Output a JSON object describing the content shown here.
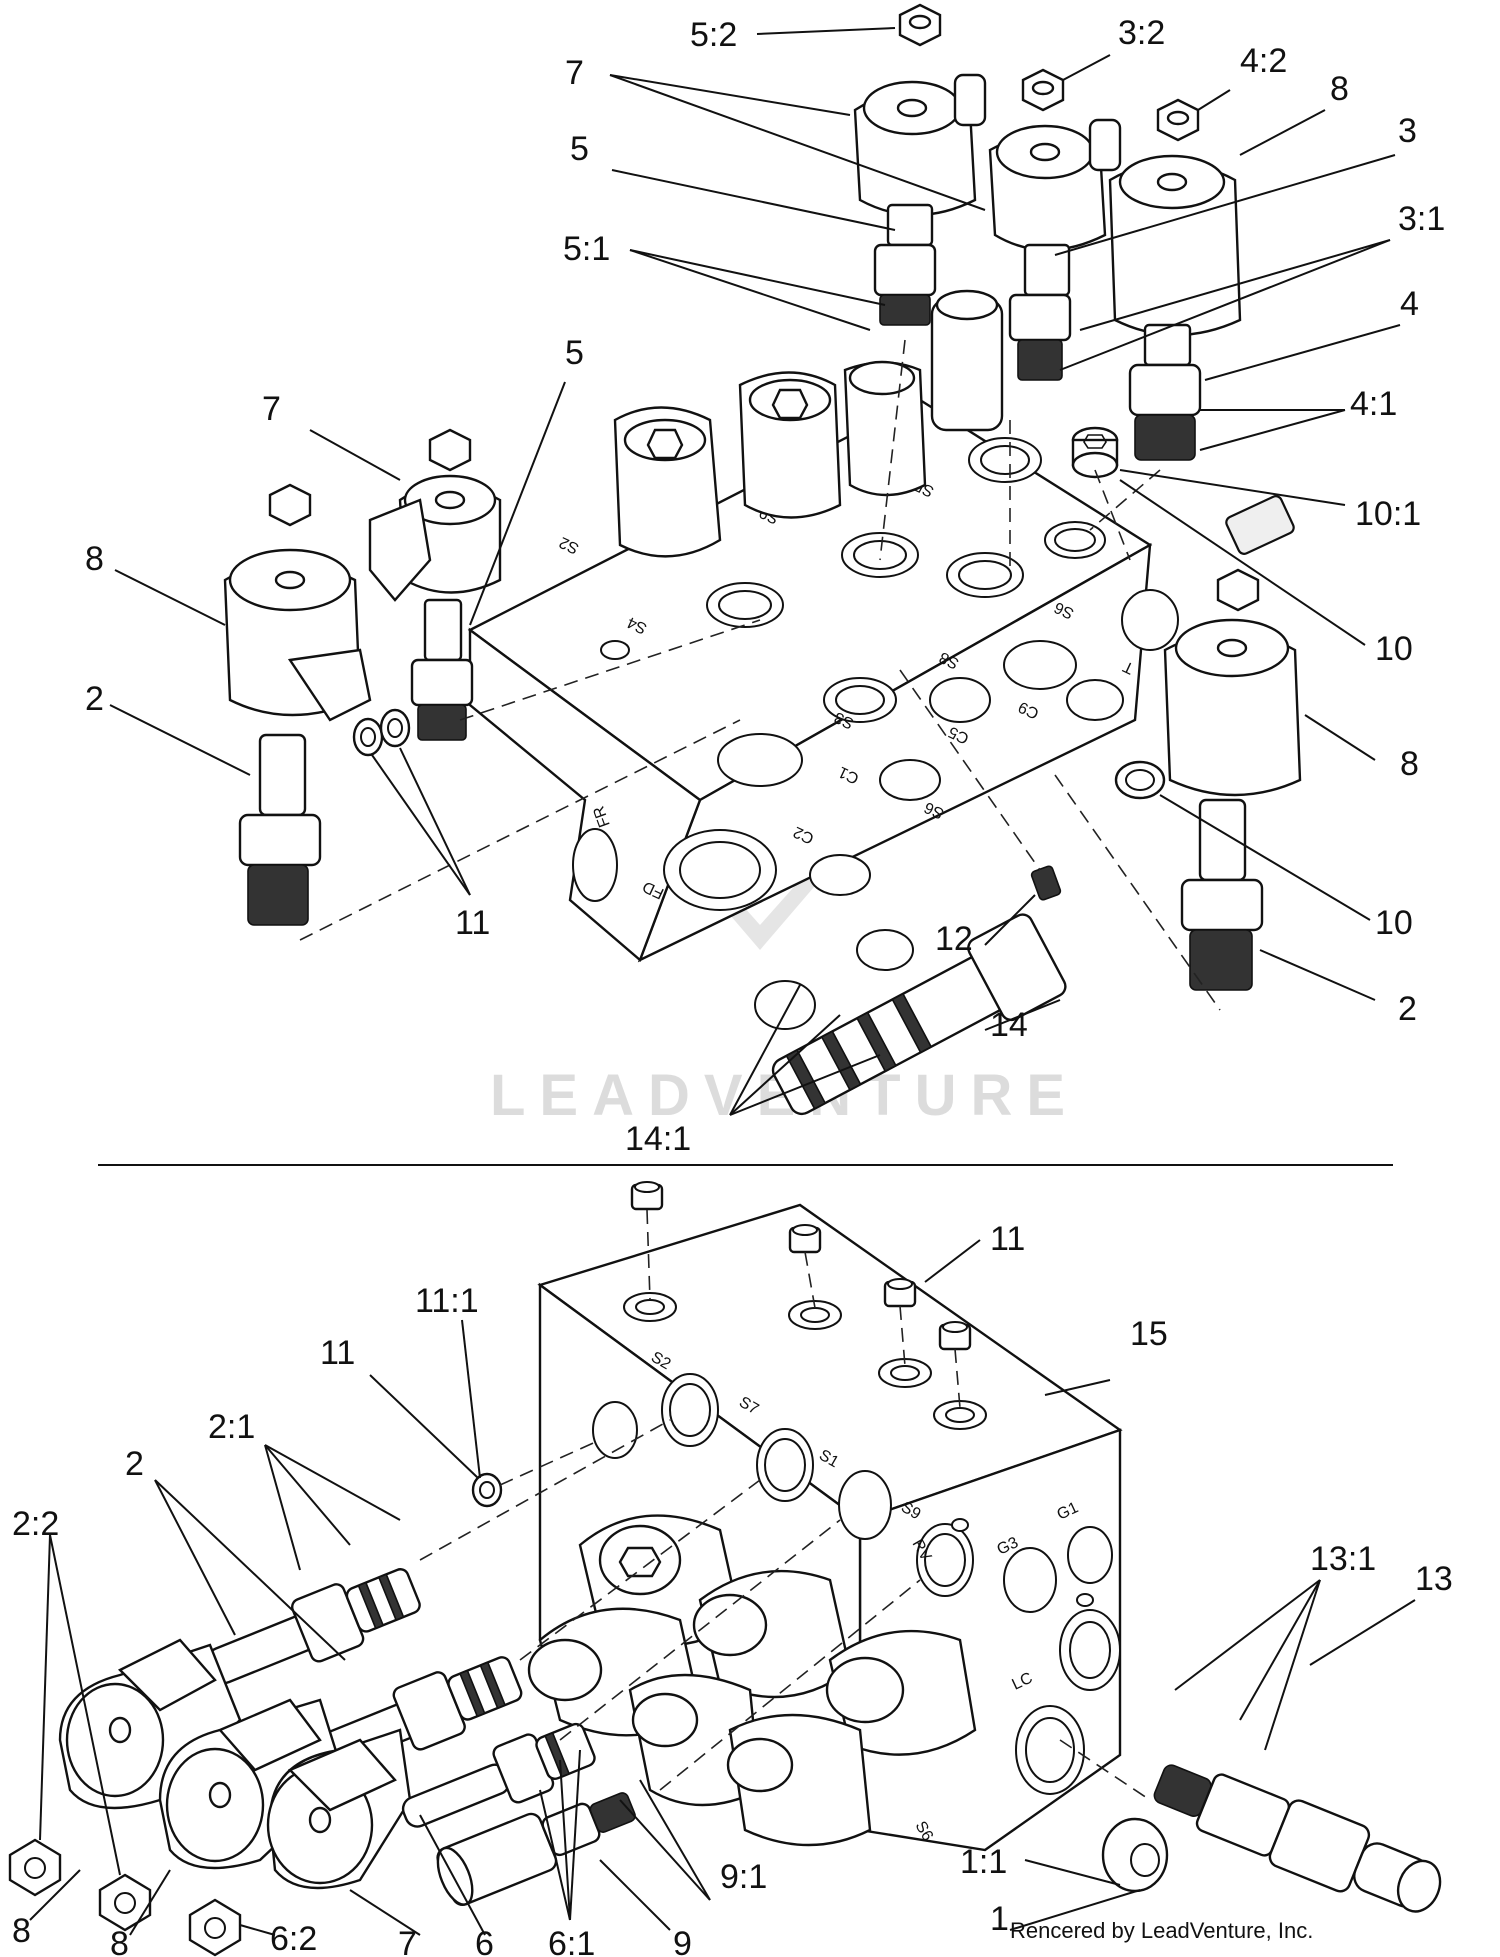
{
  "diagram": {
    "watermark": "LEADVENTURE",
    "credit": "Rencered by LeadVenture, Inc.",
    "callouts_top": [
      {
        "id": "c-5-2",
        "text": "5:2"
      },
      {
        "id": "c-3-2",
        "text": "3:2"
      },
      {
        "id": "c-4-2",
        "text": "4:2"
      },
      {
        "id": "c-7-a",
        "text": "7"
      },
      {
        "id": "c-8-a",
        "text": "8"
      },
      {
        "id": "c-3-a",
        "text": "3"
      },
      {
        "id": "c-5-a",
        "text": "5"
      },
      {
        "id": "c-3-1",
        "text": "3:1"
      },
      {
        "id": "c-5-1",
        "text": "5:1"
      },
      {
        "id": "c-4-a",
        "text": "4"
      },
      {
        "id": "c-5-b",
        "text": "5"
      },
      {
        "id": "c-7-b",
        "text": "7"
      },
      {
        "id": "c-4-1",
        "text": "4:1"
      },
      {
        "id": "c-10-1",
        "text": "10:1"
      },
      {
        "id": "c-8-b",
        "text": "8"
      },
      {
        "id": "c-10-a",
        "text": "10"
      },
      {
        "id": "c-2-a",
        "text": "2"
      },
      {
        "id": "c-8-c",
        "text": "8"
      },
      {
        "id": "c-11-a",
        "text": "11"
      },
      {
        "id": "c-10-b",
        "text": "10"
      },
      {
        "id": "c-12",
        "text": "12"
      },
      {
        "id": "c-2-b",
        "text": "2"
      },
      {
        "id": "c-14",
        "text": "14"
      },
      {
        "id": "c-14-1",
        "text": "14:1"
      }
    ],
    "callouts_bottom": [
      {
        "id": "c-11-b",
        "text": "11"
      },
      {
        "id": "c-11-1",
        "text": "11:1"
      },
      {
        "id": "c-15",
        "text": "15"
      },
      {
        "id": "c-11-c",
        "text": "11"
      },
      {
        "id": "c-2-1",
        "text": "2:1"
      },
      {
        "id": "c-2-c",
        "text": "2"
      },
      {
        "id": "c-2-2",
        "text": "2:2"
      },
      {
        "id": "c-13-1",
        "text": "13:1"
      },
      {
        "id": "c-13",
        "text": "13"
      },
      {
        "id": "c-1-1",
        "text": "1:1"
      },
      {
        "id": "c-9-1",
        "text": "9:1"
      },
      {
        "id": "c-8-d",
        "text": "8"
      },
      {
        "id": "c-8-e",
        "text": "8"
      },
      {
        "id": "c-6-2",
        "text": "6:2"
      },
      {
        "id": "c-7-c",
        "text": "7"
      },
      {
        "id": "c-6",
        "text": "6"
      },
      {
        "id": "c-6-1",
        "text": "6:1"
      },
      {
        "id": "c-9",
        "text": "9"
      },
      {
        "id": "c-1",
        "text": "1"
      }
    ],
    "block_top_stamps": [
      "S2",
      "S9",
      "S5",
      "S4",
      "S8",
      "S6",
      "S3",
      "C5",
      "C9",
      "T",
      "C1",
      "S6",
      "C2",
      "FD",
      "FR"
    ],
    "block_bottom_stamps": [
      "S2",
      "S7",
      "S1",
      "S9",
      "RV",
      "G3",
      "G1",
      "LC",
      "S6"
    ]
  }
}
